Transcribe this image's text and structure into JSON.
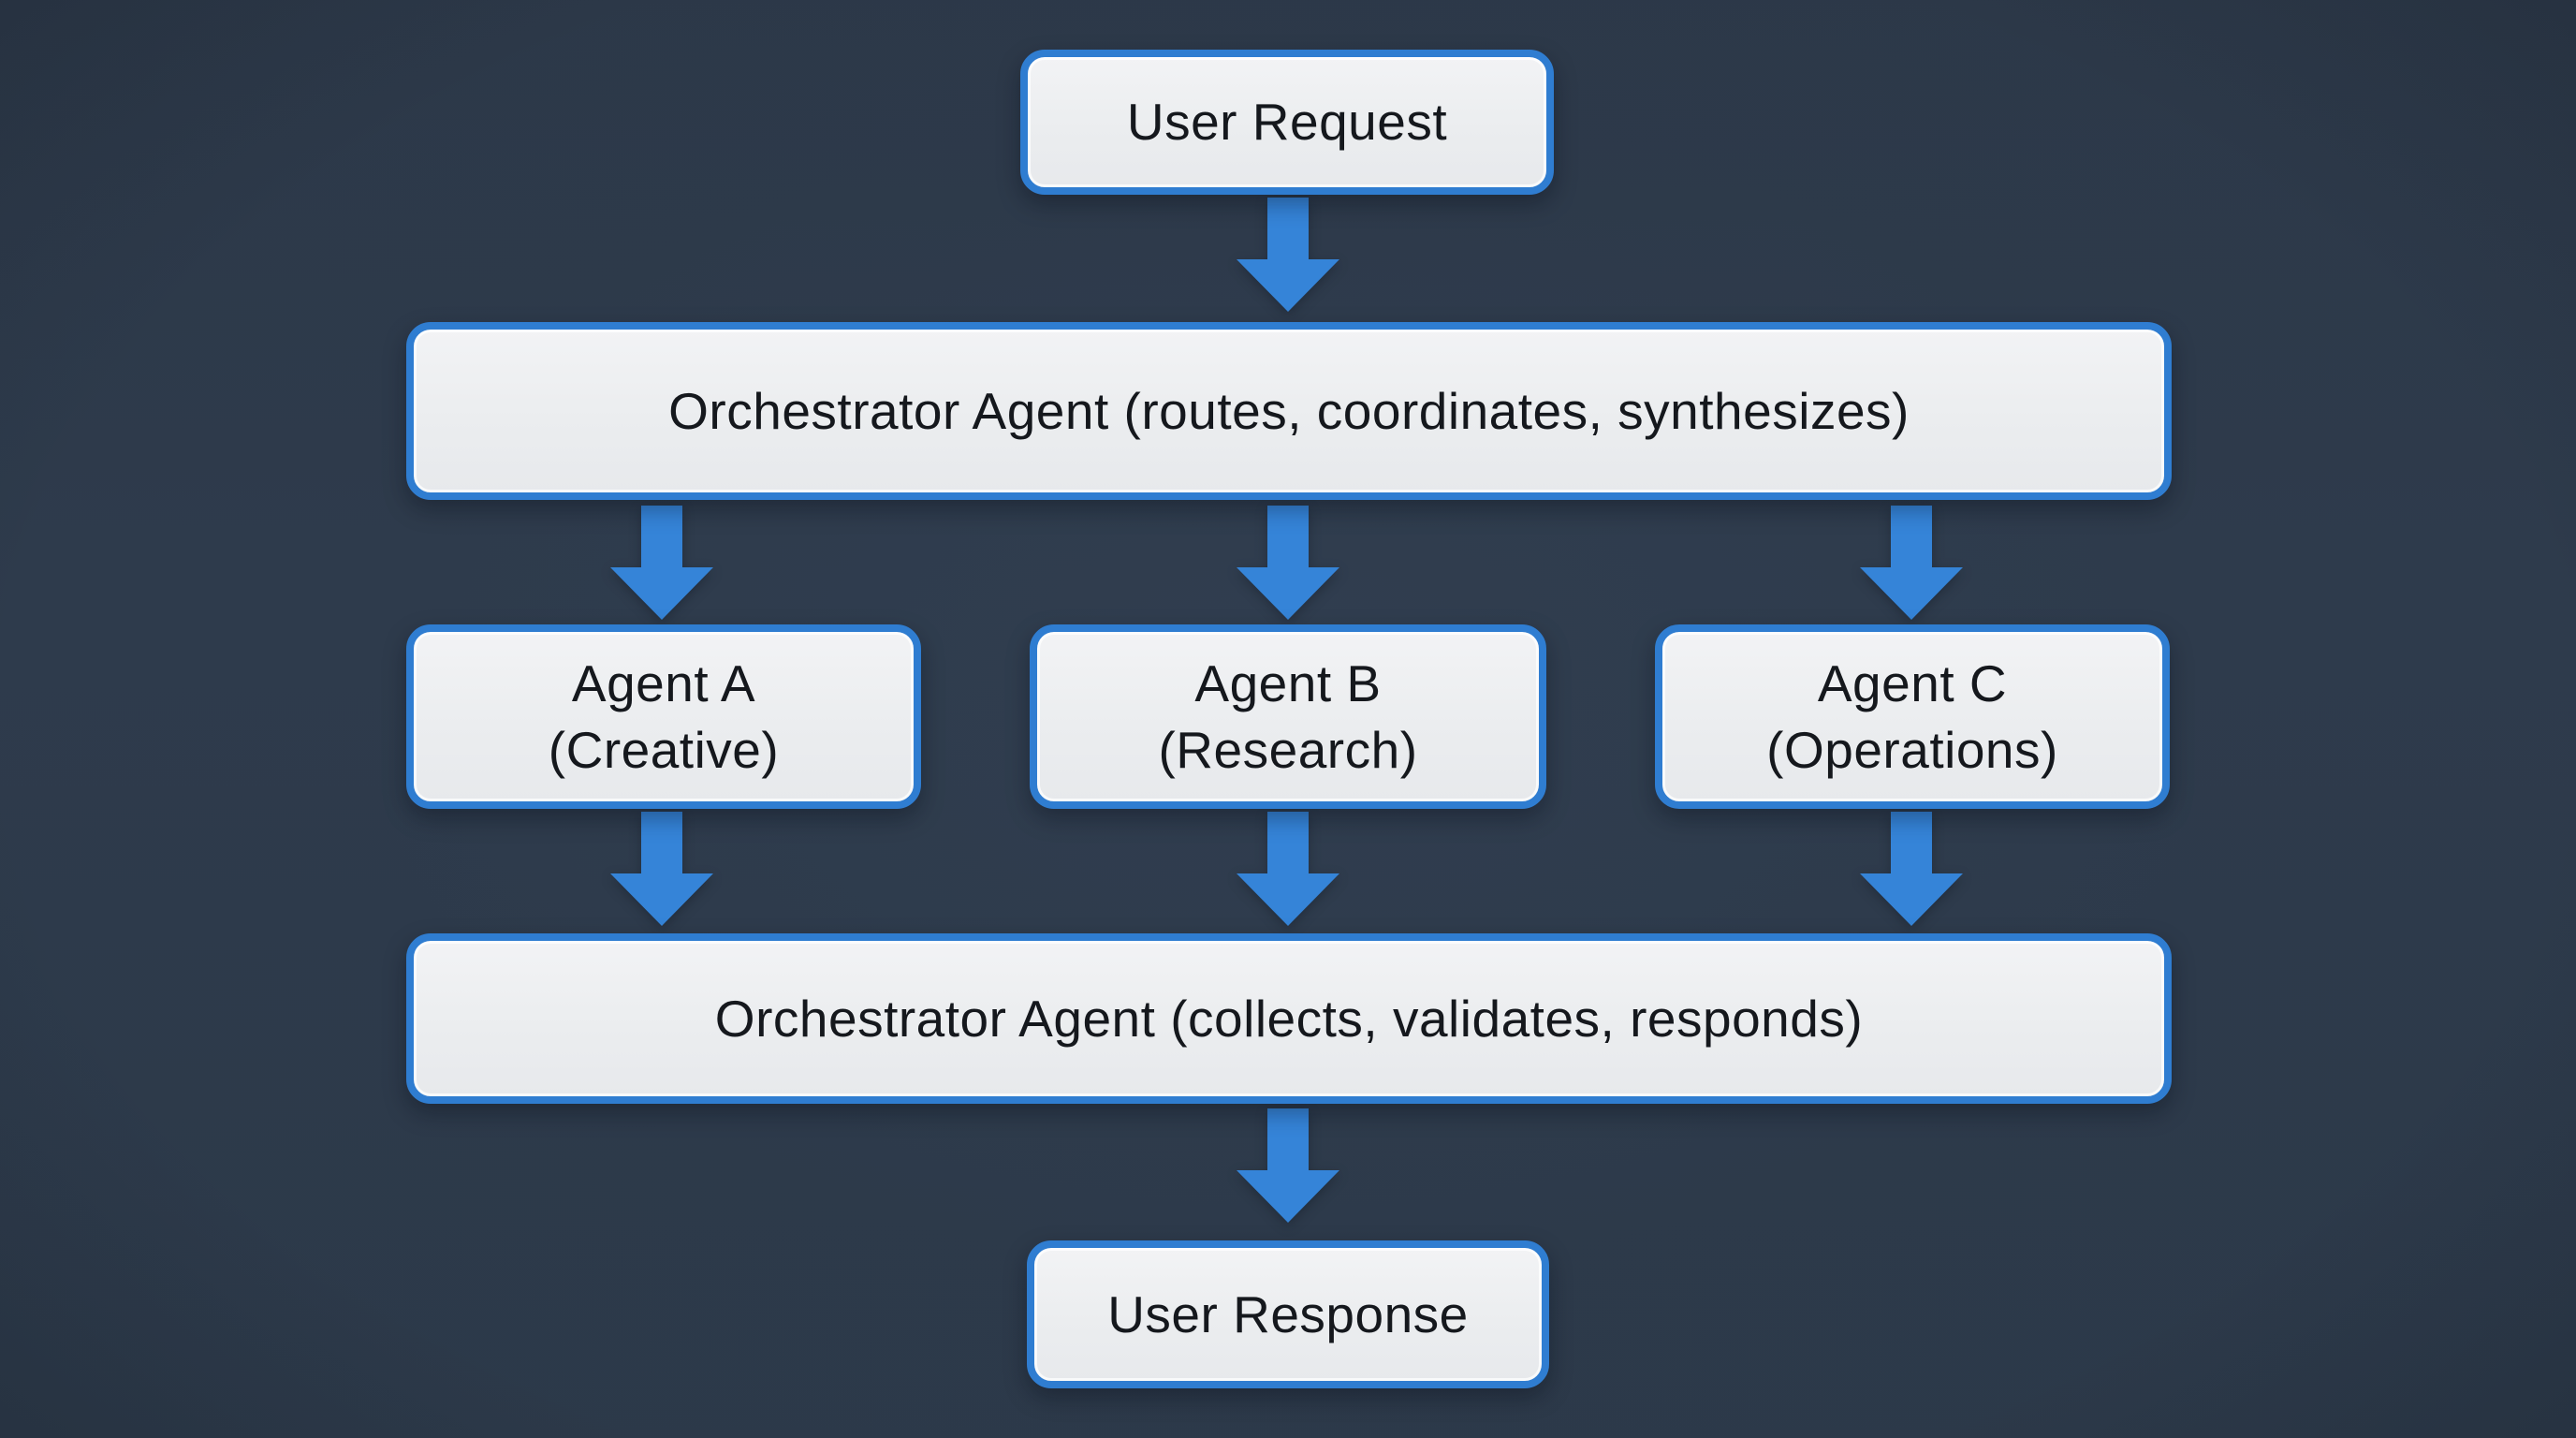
{
  "diagram": {
    "type": "flowchart",
    "direction": "top-down",
    "nodes": {
      "user_request": {
        "label": "User Request"
      },
      "orchestrator_top": {
        "label": "Orchestrator Agent (routes, coordinates, synthesizes)"
      },
      "agent_a": {
        "lines": [
          "Agent A",
          "(Creative)"
        ]
      },
      "agent_b": {
        "lines": [
          "Agent B",
          "(Research)"
        ]
      },
      "agent_c": {
        "lines": [
          "Agent C",
          "(Operations)"
        ]
      },
      "orchestrator_bottom": {
        "label": "Orchestrator Agent (collects, validates, responds)"
      },
      "user_response": {
        "label": "User Response"
      }
    },
    "edges": [
      {
        "from": "user_request",
        "to": "orchestrator_top"
      },
      {
        "from": "orchestrator_top",
        "to": "agent_a"
      },
      {
        "from": "orchestrator_top",
        "to": "agent_b"
      },
      {
        "from": "orchestrator_top",
        "to": "agent_c"
      },
      {
        "from": "agent_a",
        "to": "orchestrator_bottom"
      },
      {
        "from": "agent_b",
        "to": "orchestrator_bottom"
      },
      {
        "from": "agent_c",
        "to": "orchestrator_bottom"
      },
      {
        "from": "orchestrator_bottom",
        "to": "user_response"
      }
    ],
    "colors": {
      "background": "#2d3a4a",
      "node_fill": "#ecedef",
      "node_border": "#2f7dd1",
      "arrow": "#3584d8",
      "text": "#15181d"
    }
  }
}
